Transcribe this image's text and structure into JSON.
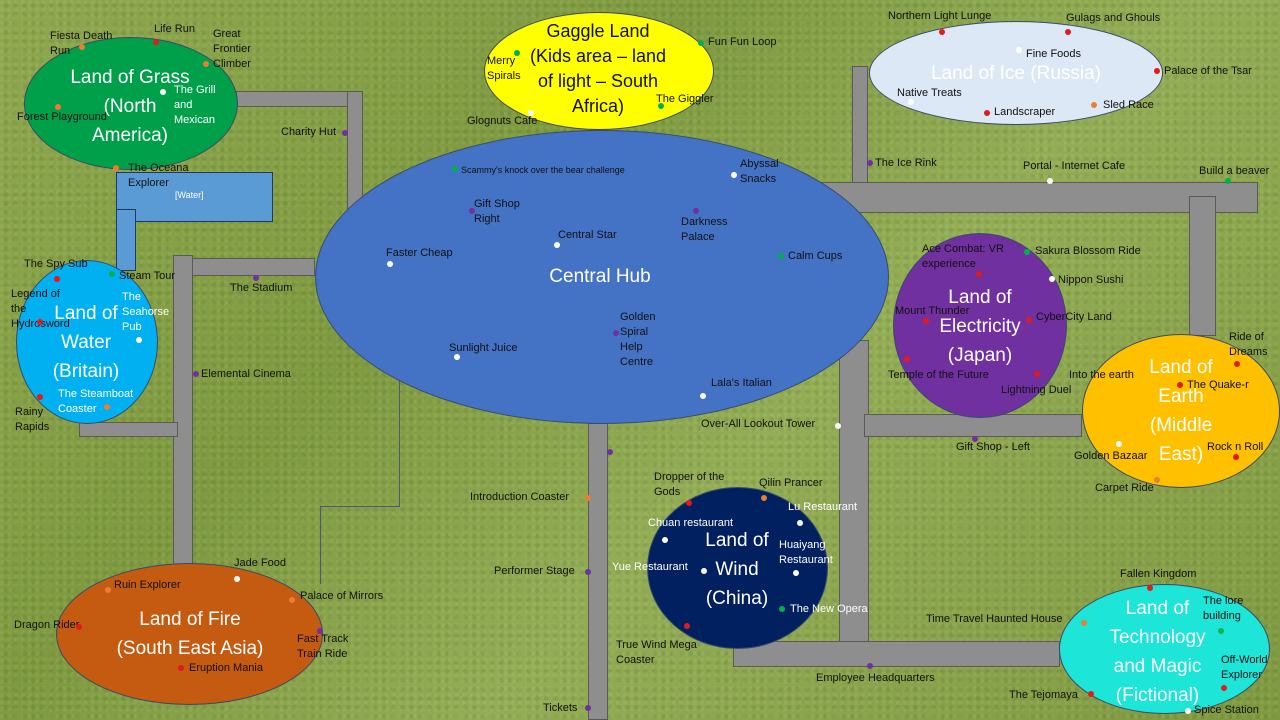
{
  "zones": {
    "grass": {
      "name": "Land of Grass\n(North\nAmerica)"
    },
    "gaggle": {
      "name": "Gaggle Land\n(Kids area – land\nof light – South\nAfrica)"
    },
    "ice": {
      "name": "Land of Ice (Russia)"
    },
    "hub": {
      "name": "Central Hub"
    },
    "water": {
      "name": "Land of\nWater\n(Britain)"
    },
    "electricity": {
      "name": "Land of\nElectricity\n(Japan)"
    },
    "earth": {
      "name": "Land of\nEarth\n(Middle\nEast)"
    },
    "wind": {
      "name": "Land of\nWind\n(China)"
    },
    "fire": {
      "name": "Land of Fire\n(South East Asia)"
    },
    "tech": {
      "name": "Land of\nTechnology\nand Magic\n(Fictional)"
    }
  },
  "water_feature": {
    "label": "[Water]"
  },
  "labels": {
    "fiesta": "Fiesta Death\nRun",
    "liferun": "Life Run",
    "frontier": "Great\nFrontier\nClimber",
    "grill": "The Grill\nand\nMexican",
    "forest": "Forest Playground",
    "charity": "Charity Hut",
    "oceana": "The Oceana\nExplorer",
    "merry": "Merry\nSpirals",
    "funfun": "Fun Fun Loop",
    "giggler": "The Giggler",
    "glognuts": "Glognuts Cafe",
    "northern": "Northern Light Lunge",
    "gulags": "Gulags and Ghouls",
    "finefoods": "Fine Foods",
    "palacetsar": "Palace of the Tsar",
    "native": "Native Treats",
    "landscraper": "Landscraper",
    "sled": "Sled Race",
    "icerink": "The Ice Rink",
    "portal": "Portal - Internet Cafe",
    "beaver": "Build a beaver",
    "scammy": "Scammy's knock over the bear challenge",
    "abyssal": "Abyssal\nSnacks",
    "giftright": "Gift Shop\nRight",
    "darkness": "Darkness\nPalace",
    "centralstar": "Central Star",
    "fastercheap": "Faster Cheap",
    "calmcups": "Calm Cups",
    "sunlight": "Sunlight Juice",
    "golden": "Golden\nSpiral\nHelp\nCentre",
    "lala": "Lala's Italian",
    "spysub": "The Spy Sub",
    "steamtour": "Steam Tour",
    "legend": "Legend  of\nthe\nHydrosword",
    "seahorse": "The\nSeahorse\nPub",
    "stadium": "The Stadium",
    "steamboat": "The Steamboat\nCoaster",
    "rainy": "Rainy\nRapids",
    "cinema": "Elemental Cinema",
    "acecombat": "Ace Combat: VR\nexperience",
    "sakura": "Sakura Blossom Ride",
    "nippon": "Nippon Sushi",
    "mountthunder": "Mount Thunder",
    "cybercity": "CyberCity Land",
    "temple": "Temple of the  Future",
    "lightning": "Lightning Duel",
    "lookout": "Over-All Lookout Tower",
    "giftleft": "Gift Shop - Left",
    "ride": "Ride of\nDreams",
    "intoearth": "Into the earth",
    "quaker": "The Quake-r",
    "bazaar": "Golden Bazaar",
    "rocknroll": "Rock n Roll",
    "carpet": "Carpet Ride",
    "intro": "Introduction Coaster",
    "dropper": "Dropper of the\nGods",
    "qilin": "Qilin Prancer",
    "lurest": "Lu Restaurant",
    "chuan": "Chuan restaurant",
    "huaiyang": "Huaiyang\nRestaurant",
    "yue": "Yue Restaurant",
    "newopera": "The New  Opera",
    "truewind": "True Wind Mega\nCoaster",
    "performer": "Performer Stage",
    "tickets": "Tickets",
    "employee": "Employee Headquarters",
    "ruin": "Ruin Explorer",
    "jade": "Jade Food",
    "mirrors": "Palace of Mirrors",
    "dragon": "Dragon Rider",
    "fasttrack": "Fast Track\nTrain Ride",
    "eruption": "Eruption Mania",
    "fallen": "Fallen Kingdom",
    "lore": "The lore\nbuilding",
    "timetravel": "Time Travel Haunted House",
    "offworld": "Off-World\nExplorer",
    "tejomaya": "The Tejomaya",
    "spice": "Spice Station"
  },
  "colors": {
    "red": "#e31a1c",
    "orange": "#ed7d31",
    "green": "#00b050",
    "white": "#ffffff",
    "purple": "#7030a0"
  }
}
